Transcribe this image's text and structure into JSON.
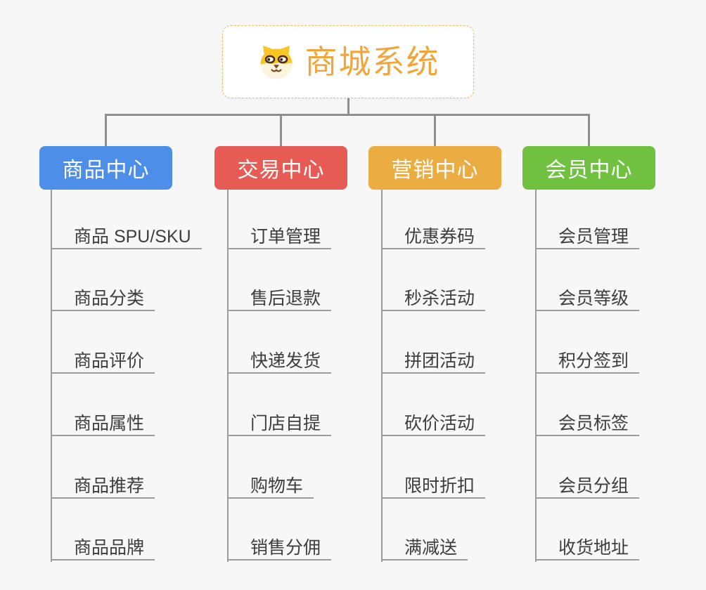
{
  "root": {
    "title": "商城系统",
    "icon": "shiba-dog-icon",
    "accent_color": "#f1a63d",
    "border_color": "#f0b964"
  },
  "connector_color": "#8f8f8f",
  "branch_line_color": "#9c9c9c",
  "branches": [
    {
      "label": "商品中心",
      "color": "#4d8fe8",
      "items": [
        "商品 SPU/SKU",
        "商品分类",
        "商品评价",
        "商品属性",
        "商品推荐",
        "商品品牌"
      ]
    },
    {
      "label": "交易中心",
      "color": "#e65c55",
      "items": [
        "订单管理",
        "售后退款",
        "快递发货",
        "门店自提",
        "购物车",
        "销售分佣"
      ]
    },
    {
      "label": "营销中心",
      "color": "#ebac42",
      "items": [
        "优惠券码",
        "秒杀活动",
        "拼团活动",
        "砍价活动",
        "限时折扣",
        "满减送"
      ]
    },
    {
      "label": "会员中心",
      "color": "#6fc13f",
      "items": [
        "会员管理",
        "会员等级",
        "积分签到",
        "会员标签",
        "会员分组",
        "收货地址"
      ]
    }
  ]
}
